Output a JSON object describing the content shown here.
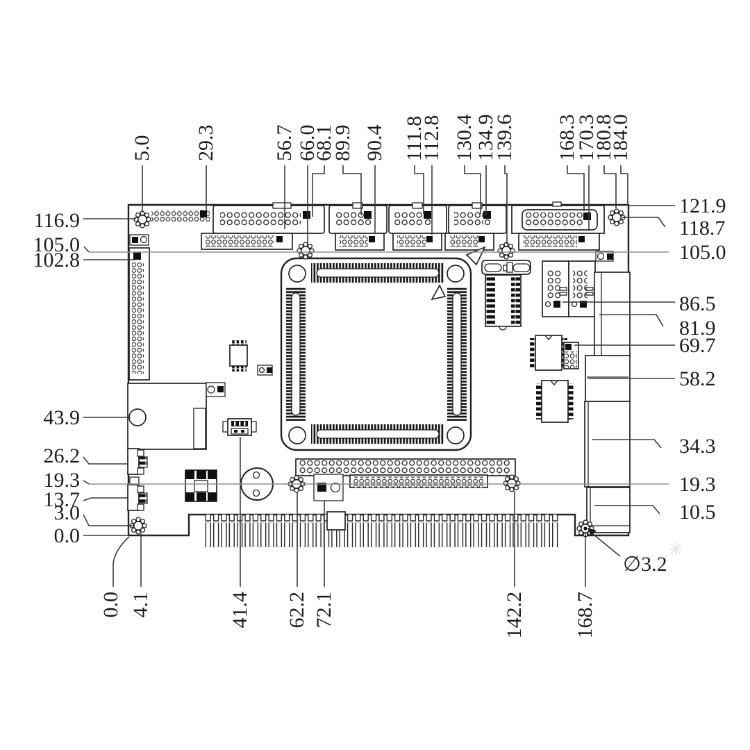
{
  "drawing": {
    "title": "pcb-dimension-drawing",
    "top_dims": [
      "5.0",
      "29.3",
      "56.7",
      "66.0",
      "68.1",
      "89.9",
      "90.4",
      "111.8",
      "112.8",
      "130.4",
      "134.9",
      "139.6",
      "168.3",
      "170.3",
      "180.8",
      "184.0"
    ],
    "left_dims": [
      "116.9",
      "105.0",
      "102.8",
      "43.9",
      "26.2",
      "19.3",
      "13.7",
      "3.0",
      "0.0"
    ],
    "right_dims": [
      "121.9",
      "118.7",
      "105.0",
      "86.5",
      "81.9",
      "69.7",
      "58.2",
      "34.3",
      "19.3",
      "10.5"
    ],
    "bottom_dims": [
      "0.0",
      "4.1",
      "41.4",
      "62.2",
      "72.1",
      "142.2",
      "168.7"
    ],
    "hole_callout": "∅3.2",
    "watermark": "✳"
  }
}
